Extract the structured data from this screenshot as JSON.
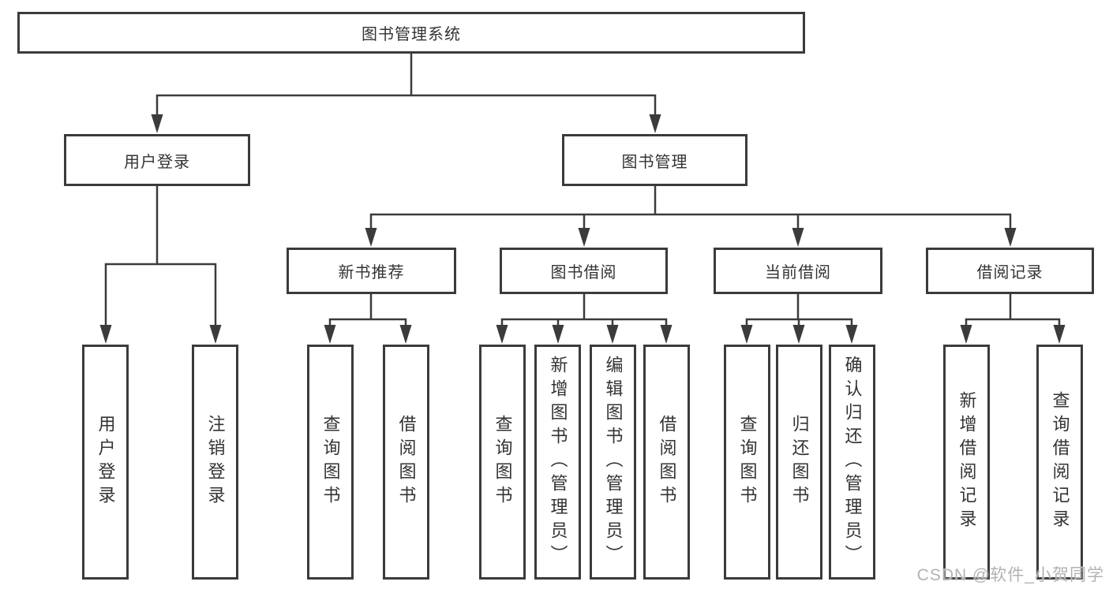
{
  "diagram": {
    "root": {
      "label": "图书管理系统",
      "children": [
        {
          "label": "用户登录",
          "children": [
            {
              "label": "用户登录"
            },
            {
              "label": "注销登录"
            }
          ]
        },
        {
          "label": "图书管理",
          "children": [
            {
              "label": "新书推荐",
              "children": [
                {
                  "label": "查询图书"
                },
                {
                  "label": "借阅图书"
                }
              ]
            },
            {
              "label": "图书借阅",
              "children": [
                {
                  "label": "查询图书"
                },
                {
                  "label": "新增图书（管理员）"
                },
                {
                  "label": "编辑图书（管理员）"
                },
                {
                  "label": "借阅图书"
                }
              ]
            },
            {
              "label": "当前借阅",
              "children": [
                {
                  "label": "查询图书"
                },
                {
                  "label": "归还图书"
                },
                {
                  "label": "确认归还（管理员）"
                }
              ]
            },
            {
              "label": "借阅记录",
              "children": [
                {
                  "label": "新增借阅记录"
                },
                {
                  "label": "查询借阅记录"
                }
              ]
            }
          ]
        }
      ]
    }
  },
  "colors": {
    "line": "#3b3b3b",
    "box_border": "#3b3b3b",
    "text": "#333333",
    "background": "#ffffff",
    "watermark": "#b2b2b2"
  },
  "watermark": "CSDN @软件_小贺同学"
}
